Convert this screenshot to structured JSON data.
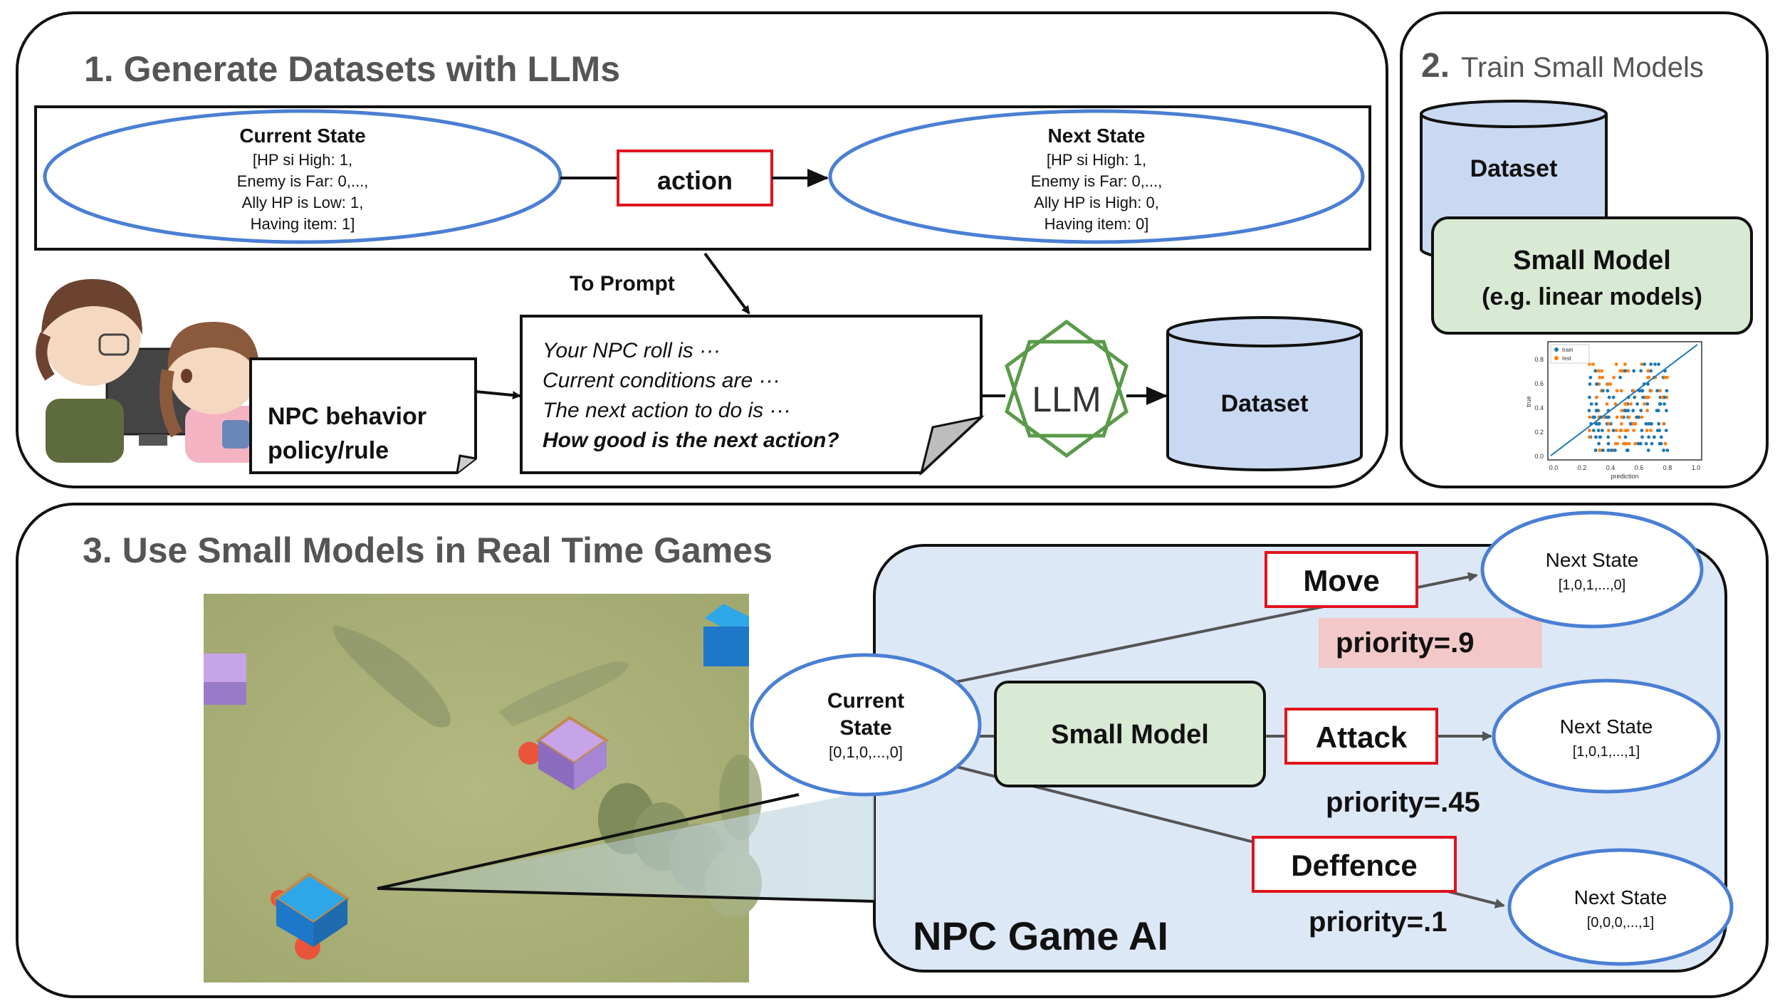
{
  "section1": {
    "title": "1. Generate Datasets with LLMs",
    "current_state": {
      "title": "Current State",
      "lines": [
        "[HP si High: 1,",
        "Enemy is Far: 0,...,",
        "Ally HP is Low: 1,",
        "Having item: 1]"
      ]
    },
    "action_label": "action",
    "next_state": {
      "title": "Next State",
      "lines": [
        "[HP si High: 1,",
        "Enemy is Far: 0,...,",
        "Ally HP is High: 0,",
        "Having item: 0]"
      ]
    },
    "to_prompt": "To Prompt",
    "policy_note": [
      "NPC behavior",
      "policy/rule"
    ],
    "prompt_lines": [
      "Your NPC roll is ···",
      "Current conditions are ···",
      "The next action to do is ···"
    ],
    "prompt_question": "How good is the next action?",
    "llm_label": "LLM",
    "dataset_label": "Dataset"
  },
  "section2": {
    "title_num": "2.",
    "title_text": "Train Small Models",
    "dataset_label": "Dataset",
    "model_label": [
      "Small Model",
      "(e.g. linear models)"
    ],
    "plot": {
      "legend": [
        "train",
        "test"
      ],
      "xlabel": "prediction",
      "ylabel": "true",
      "xticks": [
        "0.0",
        "0.2",
        "0.4",
        "0.6",
        "0.8",
        "1.0"
      ],
      "yticks": [
        "0.0",
        "0.2",
        "0.4",
        "0.6",
        "0.8"
      ],
      "colors": {
        "train": "#1f77b4",
        "test": "#ff7f0e"
      }
    }
  },
  "section3": {
    "title": "3. Use Small Models in Real Time Games",
    "panel_label": "NPC Game AI",
    "current_state": {
      "lines": [
        "Current",
        "State"
      ],
      "vector": "[0,1,0,...,0]"
    },
    "small_model_label": "Small Model",
    "actions": [
      {
        "label": "Move",
        "priority": "priority=.9",
        "next_title": "Next State",
        "next_vector": "[1,0,1,...,0]"
      },
      {
        "label": "Attack",
        "priority": "priority=.45",
        "next_title": "Next State",
        "next_vector": "[1,0,1,...,1]"
      },
      {
        "label": "Deffence",
        "priority": "priority=.1",
        "next_title": "Next State",
        "next_vector": "[0,0,0,...,1]"
      }
    ]
  },
  "colors": {
    "ellipse_stroke": "#4a7fd4",
    "action_red": "#e0141c",
    "model_fill": "#d8ead3",
    "dataset_fill": "#c9d9f2",
    "panel_fill": "#dde8f7",
    "llm_green": "#5a9a4a",
    "highlight": "#f2c8c8",
    "game_bg": "#a7ad74"
  }
}
